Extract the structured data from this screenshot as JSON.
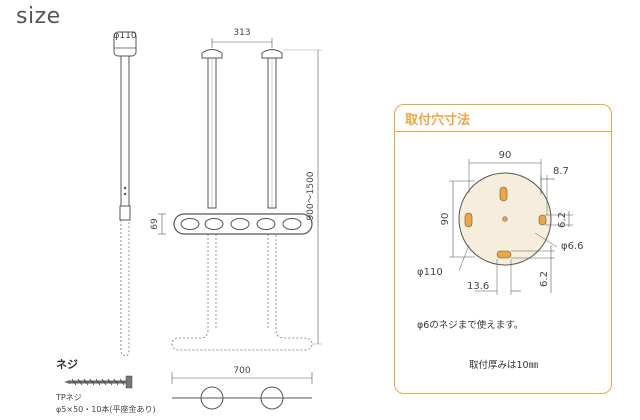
{
  "title": "size",
  "dimensions": {
    "top_diameter": "φ110",
    "pole_spacing": "313",
    "height_range": "900〜1500",
    "bar_height": "69",
    "bar_width": "700"
  },
  "screw": {
    "heading": "ネジ",
    "name": "TPネジ",
    "spec": "φ5×50・10本(平座金あり)"
  },
  "hole_panel": {
    "title": "取付穴寸法",
    "dim_top": "90",
    "dim_left": "90",
    "dim_small_offset": "8.7",
    "dim_right_vertical": "6.2",
    "dim_hole": "φ6.6",
    "dim_plate": "φ110",
    "dim_bottom_width": "13.6",
    "dim_bottom_vertical": "6.2",
    "note": "φ6のネジまで使えます。",
    "thickness": "取付厚みは10㎜"
  },
  "colors": {
    "accent": "#f0a640",
    "plate_fill": "#f6eedd",
    "slot_fill": "#f0a640",
    "line": "#555555"
  }
}
